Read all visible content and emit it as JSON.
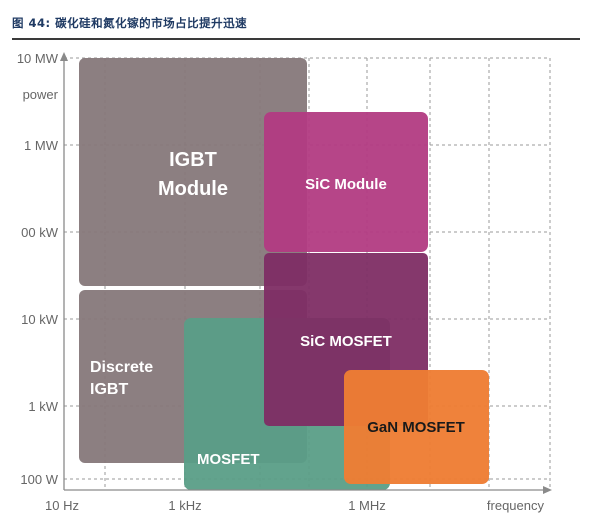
{
  "figure_title": "图 44: 碳化硅和氮化镓的市场占比提升迅速",
  "y_axis": {
    "title": "power",
    "ticks": [
      "10 MW",
      "1 MW",
      "00 kW",
      "10 kW",
      "1 kW",
      "100 W"
    ]
  },
  "x_axis": {
    "title": "frequency",
    "ticks": [
      "10 Hz",
      "1 kHz",
      "1 MHz"
    ]
  },
  "regions": [
    {
      "id": "igbt-module",
      "lines": [
        "IGBT",
        "Module"
      ],
      "color": "#86787a"
    },
    {
      "id": "discrete-igbt",
      "lines": [
        "Discrete",
        "IGBT"
      ],
      "color": "#86787a"
    },
    {
      "id": "mosfet",
      "lines": [
        "MOSFET"
      ],
      "color": "#5a9e87"
    },
    {
      "id": "sic-module",
      "lines": [
        "SiC Module"
      ],
      "color": "#b23b82"
    },
    {
      "id": "sic-mosfet",
      "lines": [
        "SiC MOSFET"
      ],
      "color": "#7e2d64"
    },
    {
      "id": "gan-mosfet",
      "lines": [
        "GaN MOSFET"
      ],
      "color": "#ee7d33"
    }
  ]
}
